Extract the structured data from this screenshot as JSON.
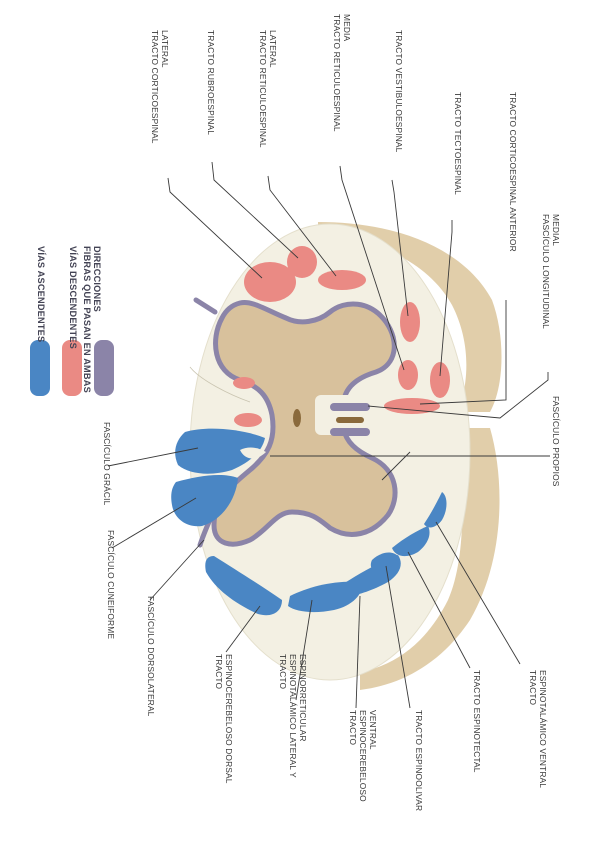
{
  "colors": {
    "ascending": "#4a86c4",
    "descending": "#ea8a84",
    "both": "#8b84a8",
    "gray_matter": "#d8c19c",
    "white_matter": "#f3f0e3",
    "meninges": "#dcc59b",
    "canal": "#8a6a3c"
  },
  "legend": [
    {
      "label": "VÍAS ASCENDENTES",
      "color_key": "ascending"
    },
    {
      "label": "VÍAS DESCENDENTES",
      "color_key": "descending"
    },
    {
      "label": "FIBRAS QUE PASAN EN AMBAS",
      "label2": "DIRECCIONES",
      "color_key": "both"
    }
  ],
  "labels": {
    "t_cortico_lat": [
      "TRACTO CORTICOESPINAL",
      "LATERAL"
    ],
    "t_rubro": [
      "TRACTO RUBROESPINAL"
    ],
    "t_ret_lat": [
      "TRACTO RETICULOESPINAL",
      "LATERAL"
    ],
    "t_ret_med": [
      "TRACTO RETICULOESPINAL",
      "MEDIA"
    ],
    "t_vest": [
      "TRACTO VESTIBULOESPINAL"
    ],
    "t_tecto": [
      "TRACTO TECTOESPINAL"
    ],
    "t_cortico_ant": [
      "TRACTO CORTICOESPINAL ANTERIOR"
    ],
    "f_long": [
      "FASCÍCULO LONGITUDINAL",
      "MEDIAL"
    ],
    "f_propios": [
      "FASCÍCULO PROPIOS"
    ],
    "f_gracil": [
      "FASCÍCULO GRÁCIL"
    ],
    "f_cuneiforme": [
      "FASCÍCULO CUNEIFORME"
    ],
    "f_dorsolat": [
      "FASCÍCULO DORSOLATERAL"
    ],
    "t_espcer_dorsal": [
      "TRACTO",
      "ESPINOCEREBELOSO DORSAL"
    ],
    "t_esptal_lat": [
      "TRACTO",
      "ESPINOTALÁMICO LATERAL Y",
      "ESPINORRETICULAR"
    ],
    "t_espcer_ventral": [
      "TRACTO",
      "ESPINOCEREBELOSO",
      "VENTRAL"
    ],
    "t_espolivar": [
      "TRACTO ESPINOOLIVAR"
    ],
    "t_esptectal": [
      "TRACTO ESPINOTECTAL"
    ],
    "t_esptal_ven": [
      "TRACTO",
      "ESPINOTALÁMICO VENTRAL"
    ]
  }
}
